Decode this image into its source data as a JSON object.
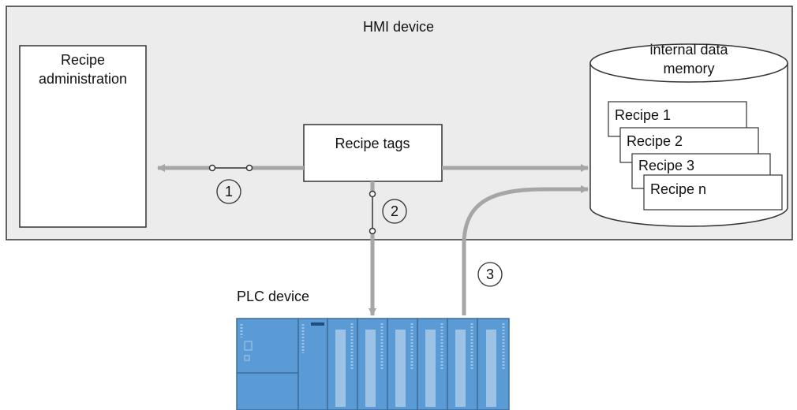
{
  "hmi": {
    "title": "HMI device"
  },
  "recipe_admin": {
    "line1": "Recipe",
    "line2": "administration"
  },
  "recipe_tags": {
    "label": "Recipe tags"
  },
  "memory": {
    "line1": "internal data",
    "line2": "memory",
    "recipes": [
      "Recipe 1",
      "Recipe 2",
      "Recipe 3",
      "Recipe n"
    ]
  },
  "markers": [
    "1",
    "2",
    "3"
  ],
  "plc": {
    "label": "PLC device"
  },
  "colors": {
    "hmi_fill": "#ececec",
    "arrow": "#a6a6a6",
    "plc_blue": "#5b9bd5",
    "plc_dark": "#3c6d9c"
  }
}
